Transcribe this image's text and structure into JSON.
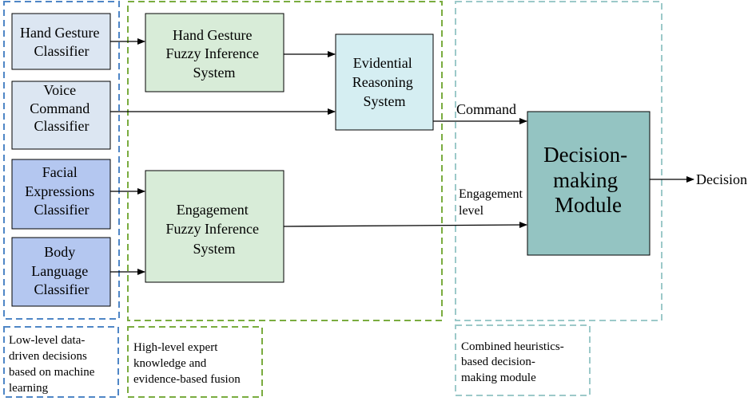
{
  "nodes": {
    "hand_gesture_classifier": [
      "Hand Gesture",
      "Classifier"
    ],
    "voice_command_classifier": [
      "Voice",
      "Command",
      "Classifier"
    ],
    "facial_expressions_classifier": [
      "Facial",
      "Expressions",
      "Classifier"
    ],
    "body_language_classifier": [
      "Body",
      "Language",
      "Classifier"
    ],
    "hand_gesture_fis": [
      "Hand Gesture",
      "Fuzzy Inference",
      "System"
    ],
    "engagement_fis": [
      "Engagement",
      "Fuzzy Inference",
      "System"
    ],
    "evidential_reasoning": [
      "Evidential",
      "Reasoning",
      "System"
    ],
    "decision_module": [
      "Decision-",
      "making",
      "Module"
    ]
  },
  "edge_labels": {
    "command": "Command",
    "engagement_level": [
      "Engagement",
      "level"
    ],
    "decision": "Decision"
  },
  "legend": {
    "low_level": [
      "Low-level data-",
      "driven decisions",
      "based on machine",
      "learning"
    ],
    "high_level": [
      "High-level expert",
      "knowledge and",
      "evidence-based fusion"
    ],
    "combined": [
      "Combined heuristics-",
      "based decision-",
      "making module"
    ]
  },
  "colors": {
    "low_level_border": "#4f86c6",
    "high_level_border": "#7aac3f",
    "combined_border": "#9cc9c9",
    "light_blue_fill": "#dce6f2",
    "blue_fill": "#b4c7f0",
    "green_fill": "#d8ecd8",
    "cyan_fill": "#d5eef2",
    "teal_fill": "#94c4c2"
  }
}
